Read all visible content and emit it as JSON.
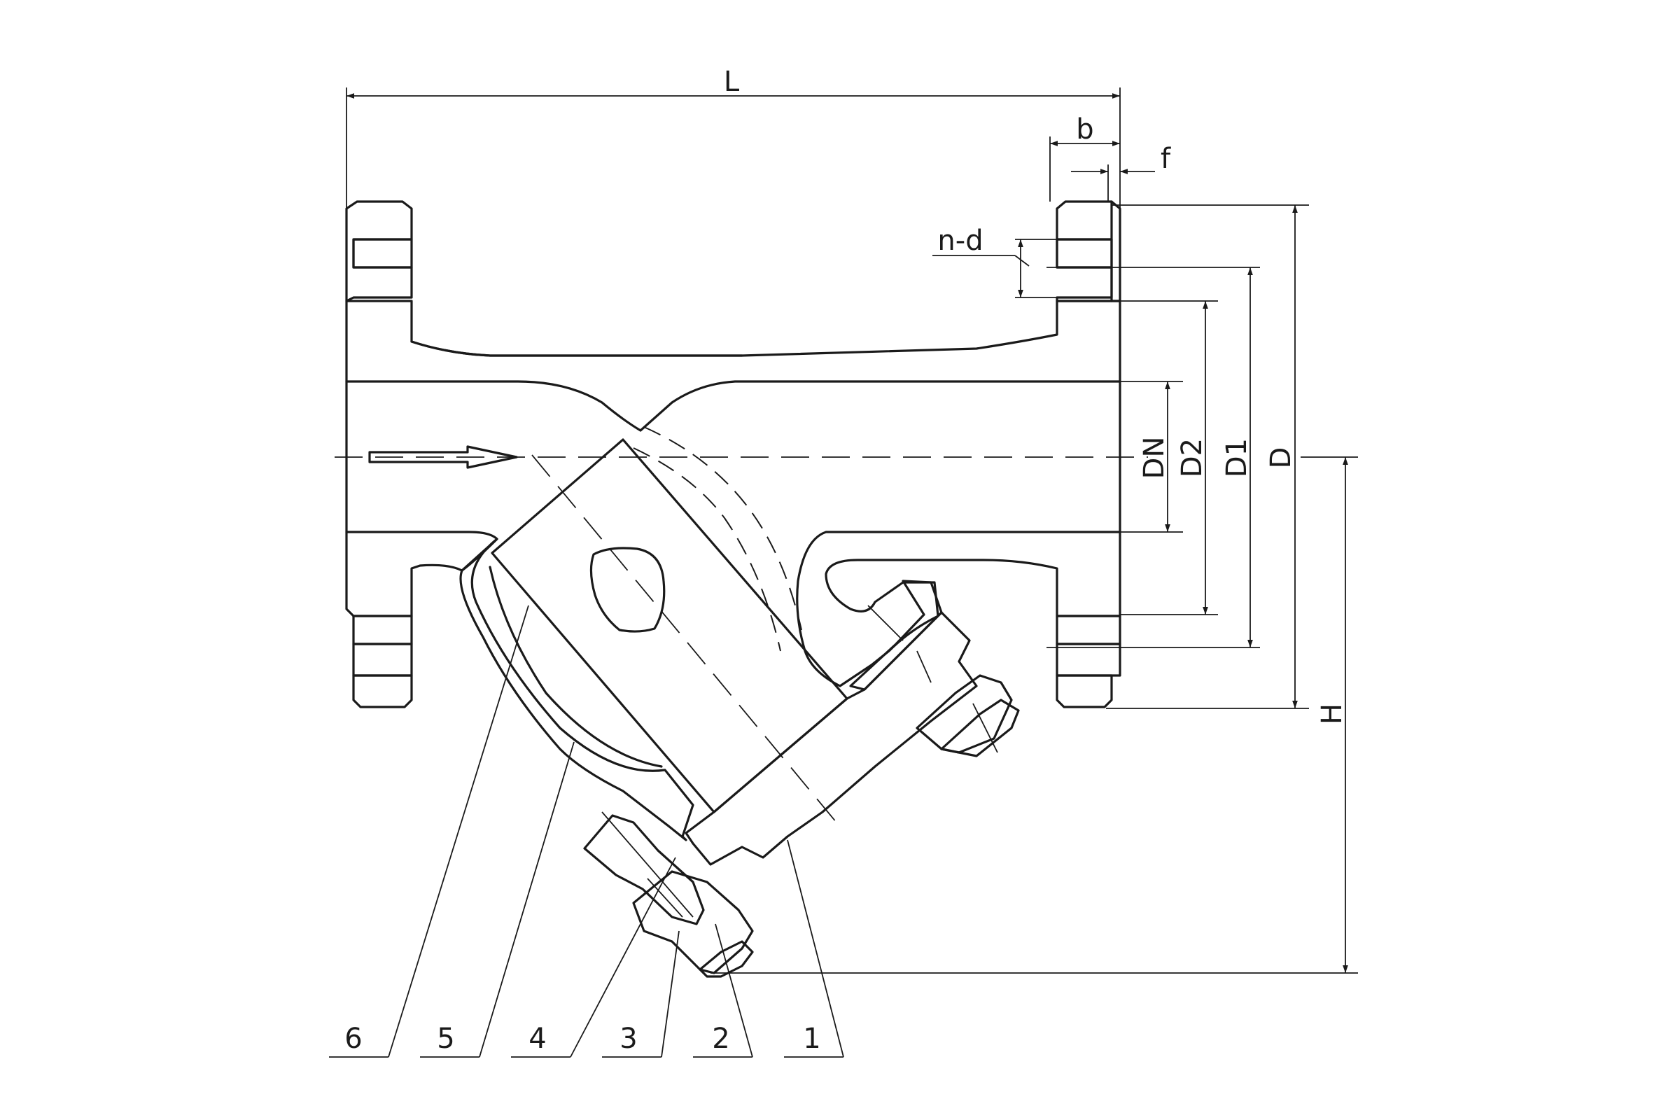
{
  "drawing": {
    "dimensions": {
      "length": "L",
      "flange_thickness": "b",
      "raised_face": "f",
      "bolt_holes": "n-d",
      "nominal_diameter": "DN",
      "raised_face_diameter": "D2",
      "bolt_circle_diameter": "D1",
      "flange_diameter": "D",
      "height": "H"
    },
    "callouts": [
      "6",
      "5",
      "4",
      "3",
      "2",
      "1"
    ]
  }
}
